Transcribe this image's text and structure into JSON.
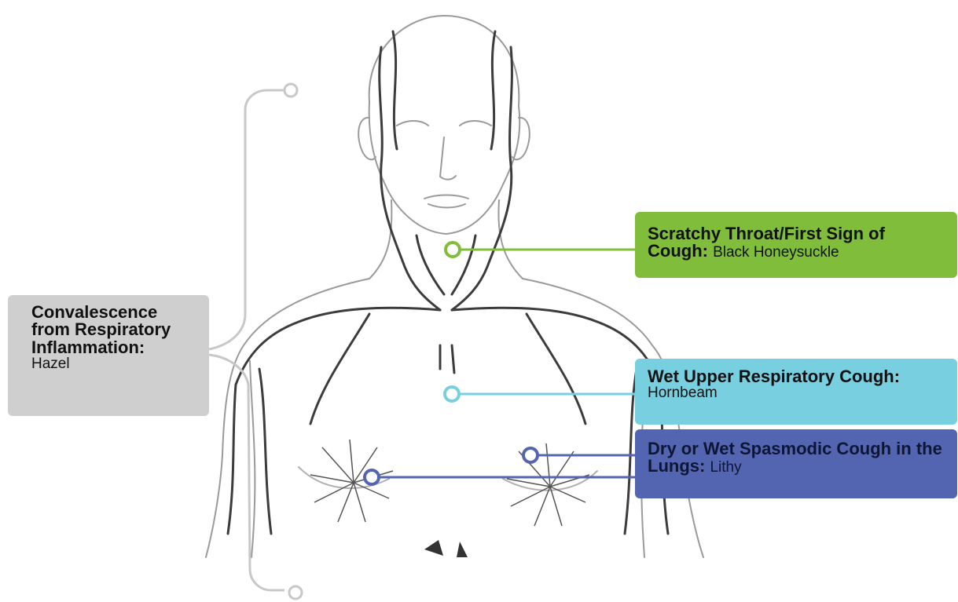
{
  "labels": {
    "convalescence": {
      "heading": "Convalescence from Respiratory Inflammation:",
      "remedy": "Hazel",
      "color": "#cfcfcf"
    },
    "throat": {
      "heading": "Scratchy Throat/First Sign of Cough:",
      "remedy": "Black Honeysuckle",
      "color": "#7fbd3a"
    },
    "wet_upper": {
      "heading": "Wet Upper Respiratory Cough:",
      "remedy": "Hornbeam",
      "color": "#78cfe0"
    },
    "spasmodic": {
      "heading": "Dry or Wet Spasmodic Cough in the Lungs:",
      "remedy": "Lithy",
      "color": "#5364b0"
    }
  },
  "illustration": "human-lymphatic-system-illustration"
}
